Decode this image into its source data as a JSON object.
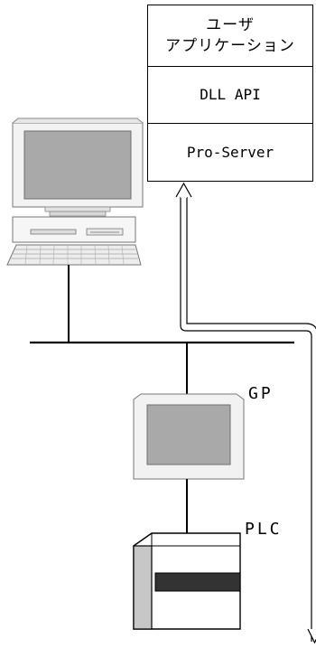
{
  "stack": {
    "app_line1": "ユーザ",
    "app_line2": "アプリケーション",
    "dll": "DLL API",
    "server": "Pro-Server"
  },
  "labels": {
    "gp": "GP",
    "plc": "PLC"
  }
}
